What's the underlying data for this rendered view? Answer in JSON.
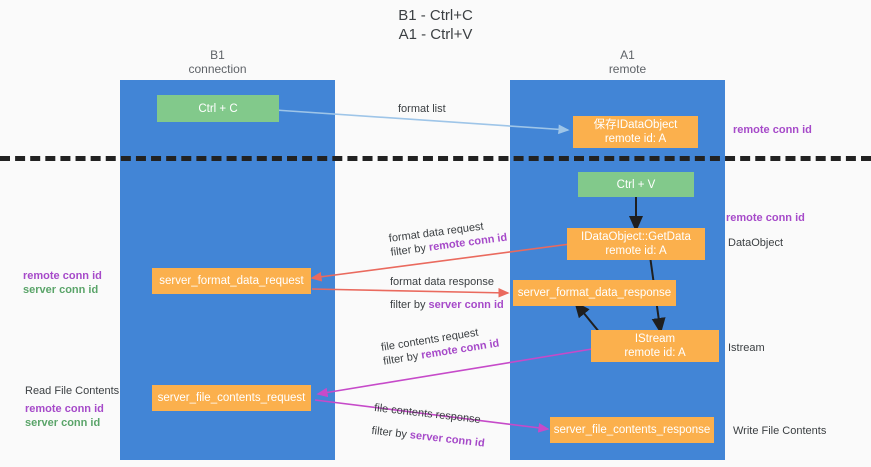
{
  "title": {
    "line1": "B1 - Ctrl+C",
    "line2": "A1 - Ctrl+V"
  },
  "lanes": [
    {
      "id": "b1",
      "name": "B1",
      "role": "connection",
      "color": "#4285d6"
    },
    {
      "id": "a1",
      "name": "A1",
      "role": "remote",
      "color": "#4285d6"
    }
  ],
  "nodes": [
    {
      "id": "ctrl-c",
      "label": "Ctrl + C",
      "sub": "",
      "color": "#82c98b"
    },
    {
      "id": "store-idataobject",
      "label": "保存IDataObject",
      "sub": "remote id: A",
      "color": "#fbb04d"
    },
    {
      "id": "ctrl-v",
      "label": "Ctrl + V",
      "sub": "",
      "color": "#82c98b"
    },
    {
      "id": "idataobject-getdata",
      "label": "IDataObject::GetData",
      "sub": "remote id: A",
      "color": "#fbb04d"
    },
    {
      "id": "server-format-data-request",
      "label": "server_format_data_request",
      "sub": "",
      "color": "#fbb04d"
    },
    {
      "id": "server-format-data-response",
      "label": "server_format_data_response",
      "sub": "",
      "color": "#fbb04d"
    },
    {
      "id": "istream",
      "label": "IStream",
      "sub": "remote id: A",
      "color": "#fbb04d"
    },
    {
      "id": "server-file-contents-request",
      "label": "server_file_contents_request",
      "sub": "",
      "color": "#fbb04d"
    },
    {
      "id": "server-file-contents-response",
      "label": "server_file_contents_response",
      "sub": "",
      "color": "#fbb04d"
    }
  ],
  "edges": [
    {
      "id": "format-list",
      "label": "format list",
      "filter_prefix": "",
      "filter_key": "",
      "color": "#9ec5e8"
    },
    {
      "id": "format-data-request",
      "label": "format data request",
      "filter_prefix": "filter by",
      "filter_key": "remote conn id",
      "color": "#ea6a5e"
    },
    {
      "id": "format-data-response",
      "label": "format data response",
      "filter_prefix": "filter by",
      "filter_key": "server conn id",
      "color": "#ea6a5e"
    },
    {
      "id": "file-contents-request",
      "label": "file contents request",
      "filter_prefix": "filter by",
      "filter_key": "remote conn id",
      "color": "#c64ac9"
    },
    {
      "id": "file-contents-response",
      "label": "file contents response",
      "filter_prefix": "filter by",
      "filter_key": "server conn id",
      "color": "#c64ac9"
    }
  ],
  "annotations": {
    "right": [
      {
        "id": "remote-conn-id-top",
        "text": "remote conn id",
        "color": "purple"
      },
      {
        "id": "remote-conn-id-mid",
        "text": "remote conn id",
        "color": "purple"
      },
      {
        "id": "dataobject",
        "text": "DataObject",
        "color": "dark"
      },
      {
        "id": "istream-label",
        "text": "Istream",
        "color": "dark"
      },
      {
        "id": "write-file-contents",
        "text": "Write File Contents",
        "color": "dark"
      }
    ],
    "left": [
      {
        "id": "remote-conn-id-a",
        "text": "remote conn id",
        "color": "purple"
      },
      {
        "id": "server-conn-id-a",
        "text": "server conn id",
        "color": "green"
      },
      {
        "id": "read-file-contents",
        "text": "Read File Contents",
        "color": "dark"
      },
      {
        "id": "remote-conn-id-b",
        "text": "remote conn id",
        "color": "purple"
      },
      {
        "id": "server-conn-id-b",
        "text": "server conn id",
        "color": "green"
      }
    ]
  },
  "colors": {
    "lane": "#4285d6",
    "green_node": "#82c98b",
    "orange_node": "#fbb04d",
    "red_arrow": "#ea6a5e",
    "purple_arrow": "#c64ac9",
    "blue_arrow": "#9ec5e8",
    "separator": "#222222",
    "background": "#fafafa"
  }
}
